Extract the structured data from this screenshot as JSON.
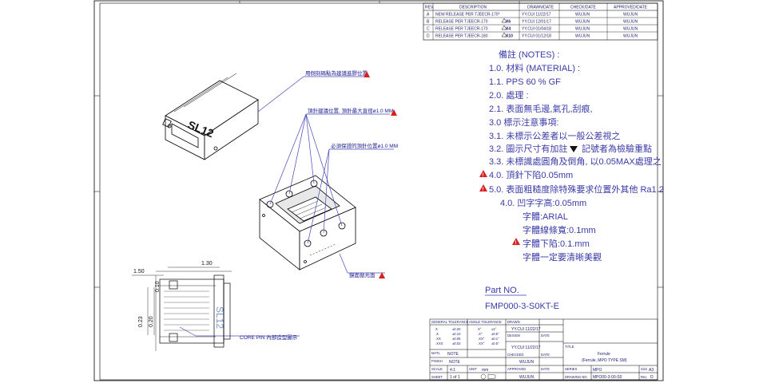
{
  "revision_table": {
    "headers": [
      "REV.",
      "DESCRIPTION",
      "DRAWN/DATE",
      "CHECK/DATE",
      "APPROVED/DATE"
    ],
    "rows": [
      [
        "A",
        "NEW RELEASE PER TJEECR-170*",
        "YY.CUI  11/22/17",
        "WUJUN",
        "WUJUN"
      ],
      [
        "B",
        "RELEASE PER TJEECR-170",
        "YY.CUI  12/01/17",
        "WUJUN",
        "WUJUN"
      ],
      [
        "C",
        "RELEASE PER TJEECR-170",
        "YY.CUI  01/04/18",
        "WUJUN",
        "WUJUN"
      ],
      [
        "D",
        "RELEASE PER TJEECR-180",
        "YY.CUI  01/12/18",
        "WUJUN",
        "WUJUN"
      ]
    ],
    "marks": [
      "",
      "X6",
      "X4",
      "X10"
    ]
  },
  "notes": {
    "heading": "備註  (NOTES) :",
    "lines": [
      "1.0.  材料  (MATERIAL)  :",
      "1.1.  PPS 60 % GF",
      "2.0.  處理 :",
      "2.1.  表面無毛邊,氣孔,刮痕,",
      "3.0  標示注意事項:",
      "3.1.  未標示公差者以一般公差視之",
      "3.2.  圖示尺寸有加註",
      "3.3.  未標識處圓角及倒角, 以0.05MAX處理之",
      "4.0.  頂針下陷0.05mm",
      "5.0.  表面粗糙度除特殊要求位置外其他 Ra1.2",
      "4.0.  凹字字高:0.05mm",
      "字體:ARIAL",
      "字體線條寬:0.1mm",
      "字體下陷:0.1.mm",
      "字體一定要清晰美觀"
    ],
    "line_3_2_suffix": "記號者為檢驗重點"
  },
  "part_no": {
    "label": "Part NO.",
    "value": "FMP000-3-S0KT-E"
  },
  "annotations": {
    "a1": "用側刻碼點為建議進膠位置",
    "a2": "頂針建議位置, 頂針最大直徑ø1.0 MM",
    "a3": "必須保證的頂針位置ø1.0 MM",
    "a4": "鏡面拋光面",
    "core_pin": "CORE PIN 內部造型圖示"
  },
  "iso_text": "SL12",
  "dimensions": {
    "d1": "1.50",
    "d2": "1.30",
    "d3": "0.23",
    "d4": "0.20",
    "d5": "0.10"
  },
  "title_block": {
    "gen_tol": "GENERAL TOLERANCE",
    "ang_tol": "ANGLE TOLERANCE",
    "tol_rows": [
      [
        "X",
        "±0.20",
        "X°",
        "±1°"
      ],
      [
        ".X",
        "±0.10",
        ".X°",
        "±0.5°"
      ],
      [
        ".XX",
        "±0.05",
        ".XX°",
        "±0.1°"
      ],
      [
        ".XXX",
        "±0.03",
        ".XX°",
        "±0.5°"
      ]
    ],
    "drawn_label": "DRAWN",
    "drawn_val": "YY.CUI  11/22/17",
    "design_label": "DESIGN",
    "date_label": "DATE",
    "design_val": "YY.CUI  11/22/17",
    "checked_label": "CHECKED",
    "checked_val": "WUJUN",
    "approved_label": "APPROVED",
    "approved_val": "WUJUN",
    "matl_label": "MATL",
    "matl_val": "NOTE",
    "finish_label": "FINISH",
    "finish_val": "NOTE",
    "scale_label": "SCALE",
    "scale_val": "4:1",
    "unit_label": "UNIT",
    "unit_val": "mm",
    "sheet_label": "SHEET",
    "sheet_val": "1  of  1",
    "title_label": "TITLE",
    "title_line1": "Ferrule",
    "title_line2": "(Ferrule, MPO TYPE SM)",
    "series_label": "SERIES",
    "series_val": "MPO",
    "size_label": "Size",
    "size_val": "A3",
    "drawing_label": "DRAWING NO.",
    "drawing_val": "MPO00-3-00-S0",
    "rev_label": "Rev",
    "rev_val": "D"
  }
}
